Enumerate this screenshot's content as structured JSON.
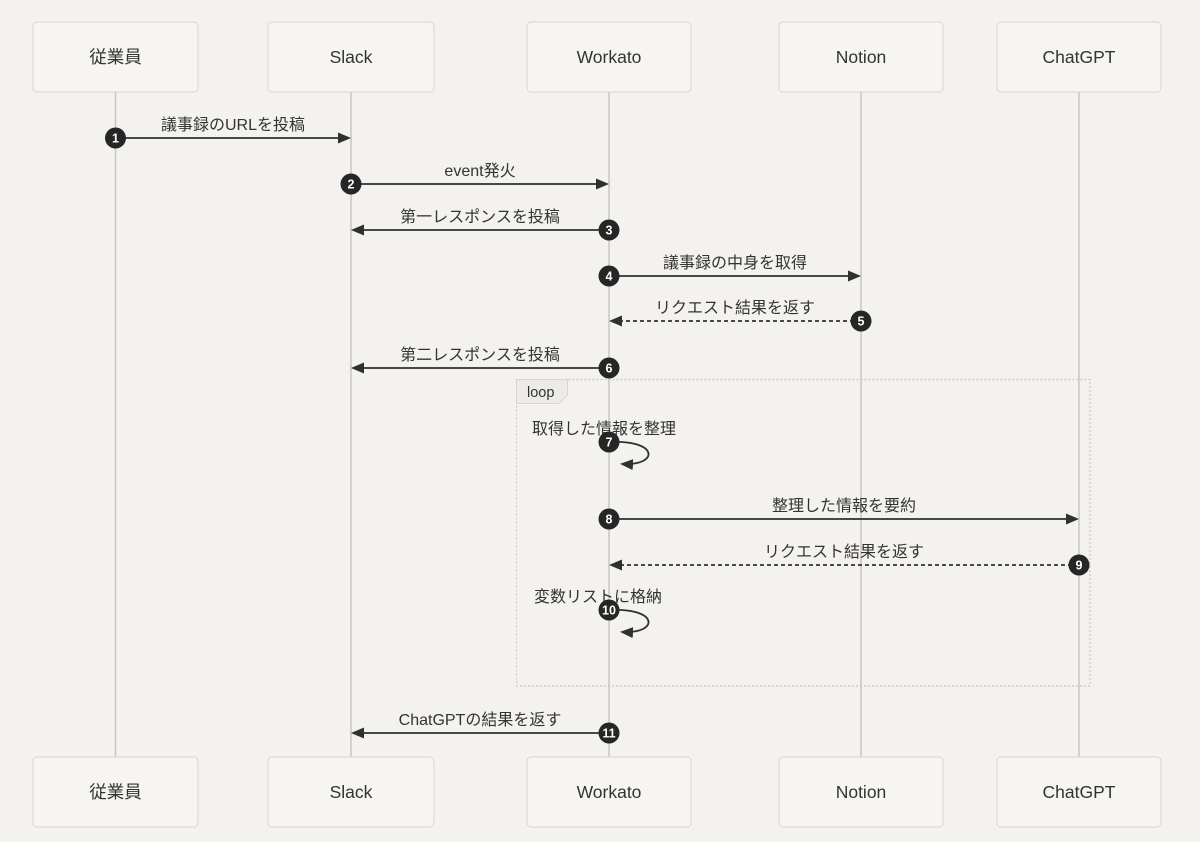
{
  "diagram_type": "sequence-diagram",
  "colors": {
    "background": "#f4f2ee",
    "actor_box_fill": "#f6f5f2",
    "actor_box_border": "#d7d5d0",
    "lifeline": "#c8c6c1",
    "arrow": "#303030",
    "text": "#333333",
    "number_badge": "#262626",
    "number_badge_text": "#ffffff",
    "loop_border": "#cbc9c3",
    "loop_tab_fill": "#ecebe6"
  },
  "actors": [
    {
      "label": "従業員"
    },
    {
      "label": "Slack"
    },
    {
      "label": "Workato"
    },
    {
      "label": "Notion"
    },
    {
      "label": "ChatGPT"
    }
  ],
  "loop": {
    "label": "loop"
  },
  "messages": [
    {
      "num": "1",
      "label": "議事録のURLを投稿",
      "from": "従業員",
      "to": "Slack",
      "line": "solid"
    },
    {
      "num": "2",
      "label": "event発火",
      "from": "Slack",
      "to": "Workato",
      "line": "solid"
    },
    {
      "num": "3",
      "label": "第一レスポンスを投稿",
      "from": "Workato",
      "to": "Slack",
      "line": "solid"
    },
    {
      "num": "4",
      "label": "議事録の中身を取得",
      "from": "Workato",
      "to": "Notion",
      "line": "solid"
    },
    {
      "num": "5",
      "label": "リクエスト結果を返す",
      "from": "Notion",
      "to": "Workato",
      "line": "dashed"
    },
    {
      "num": "6",
      "label": "第二レスポンスを投稿",
      "from": "Workato",
      "to": "Slack",
      "line": "solid"
    },
    {
      "num": "7",
      "label": "取得した情報を整理",
      "from": "Workato",
      "to": "Workato",
      "line": "self"
    },
    {
      "num": "8",
      "label": "整理した情報を要約",
      "from": "Workato",
      "to": "ChatGPT",
      "line": "solid"
    },
    {
      "num": "9",
      "label": "リクエスト結果を返す",
      "from": "ChatGPT",
      "to": "Workato",
      "line": "dashed"
    },
    {
      "num": "10",
      "label": "変数リストに格納",
      "from": "Workato",
      "to": "Workato",
      "line": "self"
    },
    {
      "num": "11",
      "label": "ChatGPTの結果を返す",
      "from": "Workato",
      "to": "Slack",
      "line": "solid"
    }
  ]
}
